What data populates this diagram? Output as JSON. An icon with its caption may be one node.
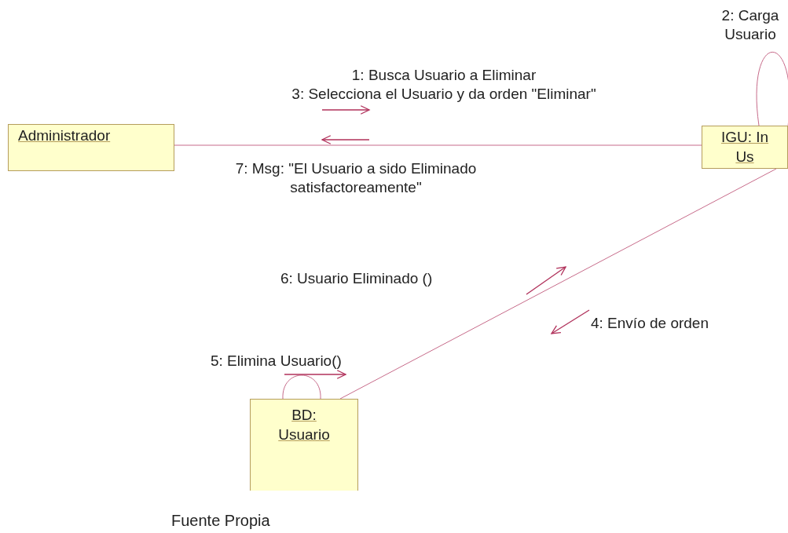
{
  "diagram": {
    "caption": "Fuente Propia",
    "nodes": [
      {
        "text": [
          "Administrador"
        ]
      },
      {
        "text": [
          "IGU: In Us"
        ]
      },
      {
        "text": [
          "BD: Usuario"
        ]
      }
    ],
    "edges": [
      {
        "from": 0,
        "to": 1,
        "arrow": "none"
      },
      {
        "from": 1,
        "to": 1,
        "arrow": "none"
      },
      {
        "from": 1,
        "to": 2,
        "arrow": "none"
      },
      {
        "from": 2,
        "to": 2,
        "arrow": "none"
      }
    ],
    "labels": [
      "2: Carga Usuario",
      "1: Busca Usuario a Eliminar",
      "3: Selecciona el Usuario y da orden \"Eliminar\"",
      "7: Msg: \"El Usuario a sido Eliminado satisfactoreamente\"",
      "6: Usuario Eliminado ()",
      "4: Envío de orden",
      "5: Elimina Usuario()"
    ]
  }
}
